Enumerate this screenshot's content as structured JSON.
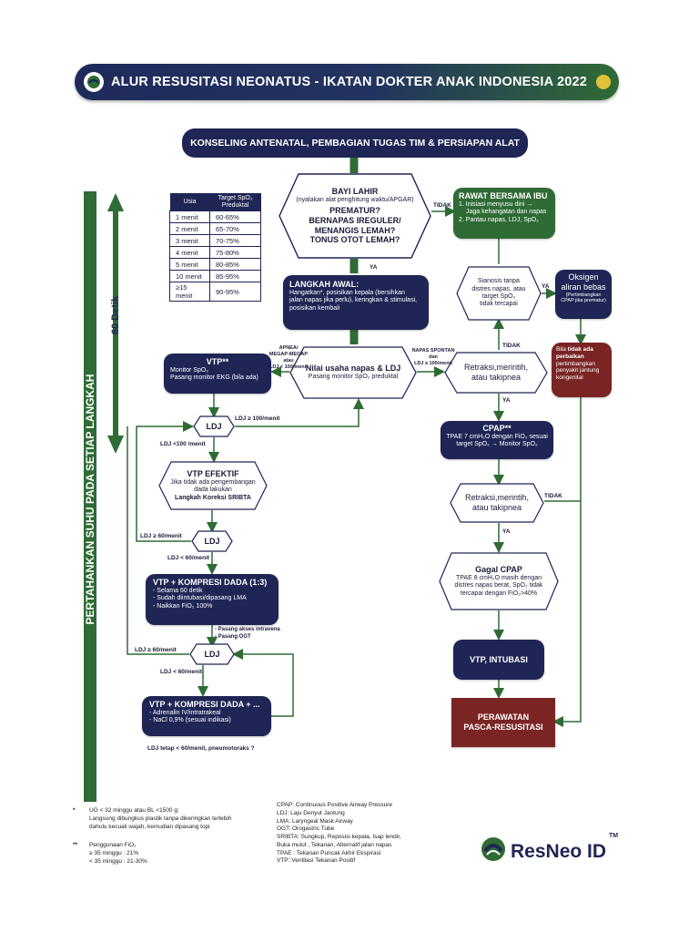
{
  "header": {
    "title": "ALUR RESUSITASI NEONATUS - IKATAN DOKTER ANAK INDONESIA 2022"
  },
  "top_banner": "KONSELING ANTENATAL, PEMBAGIAN TUGAS TIM & PERSIAPAN ALAT",
  "side": {
    "vertical_label": "PERTAHANKAN SUHU PADA SETIAP LANGKAH",
    "timer": "60 Detik"
  },
  "spo2_table": {
    "headers": [
      "Usia",
      "Target SpO₂ Preduktal"
    ],
    "rows": [
      [
        "1 menit",
        "60-65%"
      ],
      [
        "2 menit",
        "65-70%"
      ],
      [
        "3 menit",
        "70-75%"
      ],
      [
        "4 menit",
        "75-80%"
      ],
      [
        "5 menit",
        "80-85%"
      ],
      [
        "10 menit",
        "85-95%"
      ],
      [
        "≥15 menit",
        "90-95%"
      ]
    ]
  },
  "bayi_lahir": {
    "title": "BAYI LAHIR",
    "sub": "(nyalakan alat penghitung waktu/APGAR)",
    "q1": "PREMATUR?",
    "q2": "BERNAPAS IREGULER/",
    "q3": "MENANGIS LEMAH?",
    "q4": "TONUS OTOT LEMAH?"
  },
  "rawat": {
    "title": "RAWAT BERSAMA IBU",
    "l1": "1. Inisiasi menyusu dini →",
    "l2": "Jaga kehangatan dan napas",
    "l3": "2. Pantau napas, LDJ, SpO₂"
  },
  "langkah_awal": {
    "title": "LANGKAH AWAL:",
    "l1": "Hangatkan*, posisikan kepala (bersihkan",
    "l2": "jalan napas jika perlu), keringkan & stimulasi,",
    "l3": "posisikan kembali"
  },
  "sianosis": {
    "l1": "Sianosis tanpa",
    "l2": "distres napas, atau",
    "l3": "target SpO₂",
    "l4": "tidak tercapai"
  },
  "oksigen": {
    "l1": "Oksigen",
    "l2": "aliran bebas",
    "l3": "(Pertimbangkan",
    "l4": "CPAP jika prematur)"
  },
  "nilai": {
    "title": "Nilai usaha napas & LDJ",
    "sub": "Pasang monitor SpO₂ preduktal"
  },
  "vtp": {
    "title": "VTP**",
    "l1": "Monitor SpO₂",
    "l2": "Pasang monitor EKG (bila ada)"
  },
  "retraksi1": {
    "l1": "Retraksi,merintih,",
    "l2": "atau takipnea"
  },
  "bila_tidak": {
    "l1": "Bila",
    "l2": "tidak ada",
    "l3": "perbaikan",
    "l4": "pertimbangkan",
    "l5": "penyakit jantung",
    "l6": "kongenital"
  },
  "ldj1": "LDJ",
  "cpap": {
    "title": "CPAP**",
    "l1": "TPAE 7 cmH₂O dengan FiO₂ sesuai",
    "l2": "target SpO₂ → Monitor SpO₂"
  },
  "vtp_efektif": {
    "title": "VTP EFEKTIF",
    "l1": "Jika tidak ada pengembangan",
    "l2": "dada lakukan",
    "l3": "Langkah Koreksi SRIBTA"
  },
  "retraksi2": {
    "l1": "Retraksi,merintih,",
    "l2": "atau takipnea"
  },
  "ldj2": "LDJ",
  "gagal": {
    "title": "Gagal CPAP",
    "l1": "TPAE 8 cmH₂O masih dengan",
    "l2": "distres napas berat, SpO₂ tidak",
    "l3": "tercapai dengan FiO₂>40%"
  },
  "kompresi1": {
    "title": "VTP + KOMPRESI DADA (1:3)",
    "l1": "- Selama 60 detik",
    "l2": "- Sudah diintubasi/dipasang LMA",
    "l3": "- Naikkan FiO₂ 100%"
  },
  "pasang": {
    "l1": "- Pasang akses intravena",
    "l2": "- Pasang OGT"
  },
  "ldj3": "LDJ",
  "intubasi": "VTP, INTUBASI",
  "kompresi2": {
    "title": "VTP + KOMPRESI DADA + ...",
    "l1": "- Adrenalin IV/intratrakeal",
    "l2": "- NaCl 0,9% (sesuai indikasi)"
  },
  "perawatan": {
    "l1": "PERAWATAN",
    "l2": "PASCA-RESUSITASI"
  },
  "labels": {
    "tidak": "TIDAK",
    "ya": "YA",
    "apnea1": "APNEA/",
    "apnea2": "MEGAP-MEGAP",
    "apnea3": "atau",
    "apnea4": "LDJ < 100/menit",
    "spontan1": "NAPAS SPONTAN",
    "spontan2": "dan",
    "spontan3": "LDJ ≥ 100/menit",
    "ldj_ge100": "LDJ ≥ 100/menit",
    "ldj_lt100": "LDJ <100 /menit",
    "ldj_ge60a": "LDJ ≥ 60/menit",
    "ldj_lt60a": "LDJ < 60/menit",
    "ldj_ge60b": "LDJ ≥ 60/menit",
    "ldj_lt60b": "LDJ < 60/menit",
    "ldj_tetap": "LDJ tetap < 60/menit, pneumotoraks ?"
  },
  "footnotes": {
    "n1_mark": "*",
    "n1_l1": "UG < 32 minggu atau BL <1500 g:",
    "n1_l2": "Langsung dibungkus plastik tanpa dikeringkan terlebih",
    "n1_l3": "dahulu kecuali wajah, kemudian dipasang topi",
    "n2_mark": "**",
    "n2_l1": "Penggunaan FiO₂",
    "n2_l2": "≥ 35 minggu : 21%",
    "n2_l3": "< 35 minggu : 21-30%",
    "a1": "CPAP: Continuous Positive Airway Pressure",
    "a2": "LDJ: Laju Denyut Jantung",
    "a3": "LMA: Laryngeal Mask Airway",
    "a4": "OGT: Orogastric Tube",
    "a5": "SRIBTA: Sungkup, Reposisi kepala, Isap lendir,",
    "a6": "Buka mulut , Tekanan, Alternatif jalan napas",
    "a7": "TPAE : Tekanan Puncak Akhir Ekspirasi",
    "a8": "VTP: Ventilasi Tekanan Positif"
  },
  "brand": {
    "name": "ResNeo ID",
    "tm": "TM"
  },
  "colors": {
    "navy": "#1f2554",
    "green": "#2f6b35",
    "maroon": "#7b2424"
  }
}
